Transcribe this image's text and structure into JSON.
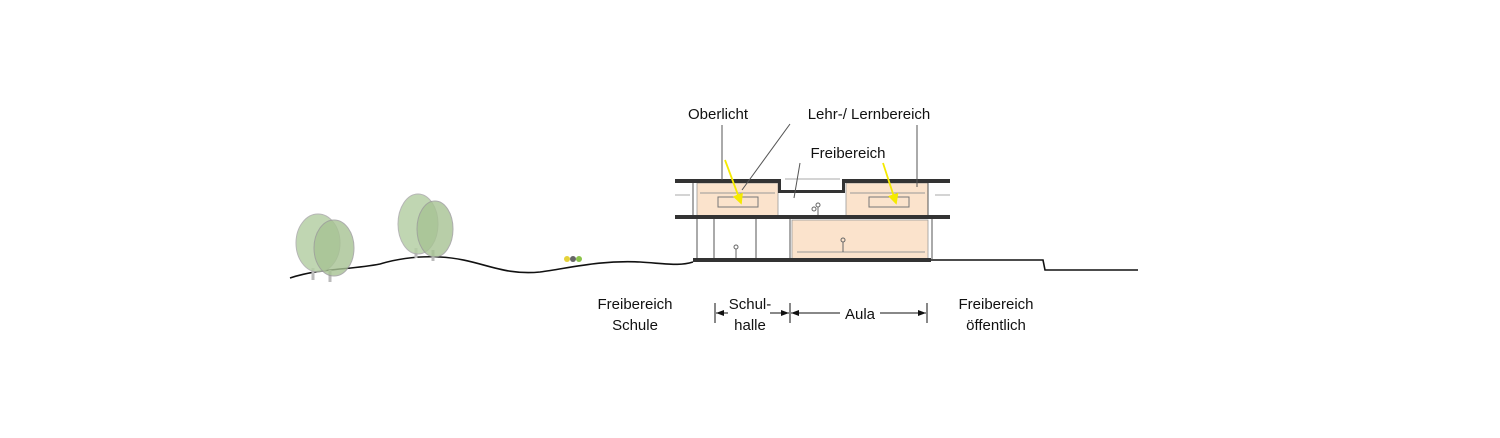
{
  "labels": {
    "oberlicht": "Oberlicht",
    "lehr_lernbereich": "Lehr-/ Lernbereich",
    "freibereich_top": "Freibereich"
  },
  "zones": {
    "freibereich_schule": [
      "Freibereich",
      "Schule"
    ],
    "schulhalle": [
      "Schul-",
      "halle"
    ],
    "aula": "Aula",
    "freibereich_oeffentlich": [
      "Freibereich",
      "öffentlich"
    ]
  },
  "colors": {
    "interior_fill": "#fbe3cc",
    "tree_fill": "#9fbf8a",
    "arrow": "#f5ea00",
    "slab": "#333333"
  }
}
